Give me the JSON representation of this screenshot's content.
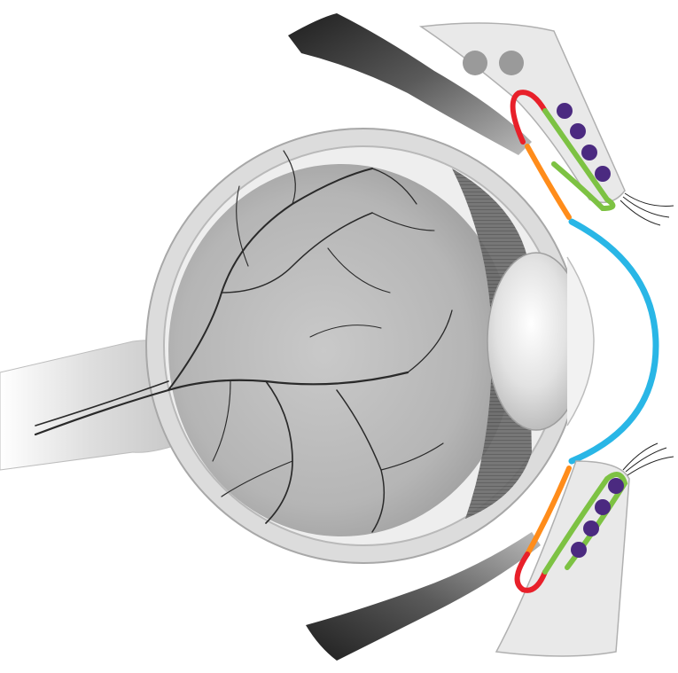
{
  "diagram": {
    "subject": "eye-cross-section",
    "background": "#ffffff",
    "parts": [
      {
        "name": "cornea",
        "color": "#29b6e6"
      },
      {
        "name": "conjunctiva-upper",
        "color": "#ff8c1a"
      },
      {
        "name": "conjunctiva-lower",
        "color": "#ff8c1a"
      },
      {
        "name": "lid-margin-upper",
        "color": "#e8202a"
      },
      {
        "name": "lid-margin-lower",
        "color": "#e8202a"
      },
      {
        "name": "tarsal-plate-upper",
        "color": "#7dc243"
      },
      {
        "name": "tarsal-plate-lower",
        "color": "#7dc243"
      },
      {
        "name": "meibomian-glands",
        "color": "#4b2a80"
      },
      {
        "name": "lacrimal-glands",
        "color": "#9a9a9a"
      }
    ],
    "upper_gland_dots": 4,
    "lower_gland_dots": 4,
    "grey_dots": 2
  }
}
